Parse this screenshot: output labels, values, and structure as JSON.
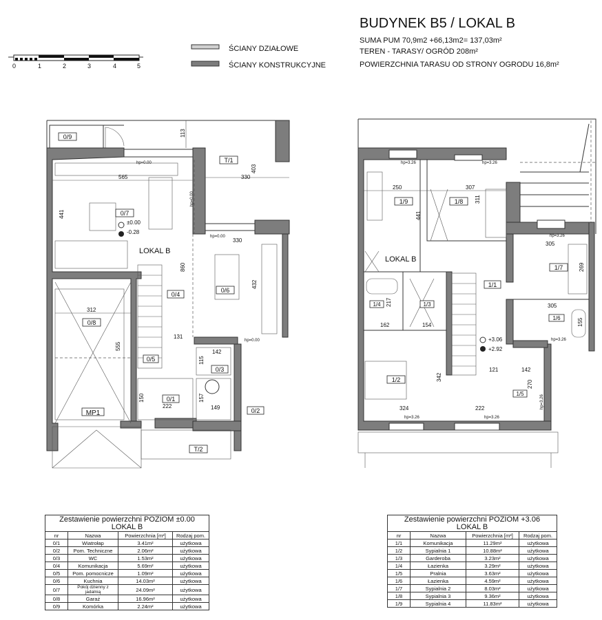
{
  "header": {
    "title": "BUDYNEK B5 / LOKAL B",
    "line1": "SUMA PUM 70,9m2 +66,13m2= 137,03m²",
    "line2": "TEREN - TARASY/ OGRÓD 208m²",
    "line3": "POWIERZCHNIA TARASU OD STRONY OGRODU 16,8m²"
  },
  "legend": {
    "partition_walls": "ŚCIANY DZIAŁOWE",
    "structural_walls": "ŚCIANY KONSTRUKCYJNE"
  },
  "scale_bar": {
    "ticks": [
      "0",
      "1",
      "2",
      "3",
      "4",
      "5"
    ]
  },
  "colors": {
    "structural_wall": "#7d7d7d",
    "partition_wall": "#d0d0d0"
  },
  "ground_floor": {
    "unit_label": "LOKAL B",
    "rooms": [
      "0/9",
      "T/1",
      "0/7",
      "0/6",
      "0/4",
      "0/8",
      "0/5",
      "0/3",
      "0/1",
      "0/2",
      "MP1",
      "T/2"
    ],
    "levels": [
      "±0.00",
      "-0.28"
    ],
    "hp": [
      "hp=0.00",
      "hp=0.00",
      "hp=0.00",
      "hp=0.00"
    ],
    "dims": [
      "565",
      "330",
      "441",
      "403",
      "113",
      "330",
      "860",
      "432",
      "312",
      "555",
      "131",
      "142",
      "115",
      "157",
      "222",
      "149",
      "150"
    ]
  },
  "upper_floor": {
    "unit_label": "LOKAL B",
    "rooms": [
      "1/9",
      "1/8",
      "1/7",
      "1/1",
      "1/4",
      "1/3",
      "1/6",
      "1/2",
      "1/5"
    ],
    "levels": [
      "+3.06",
      "+2.92"
    ],
    "hp": [
      "hp=3.26",
      "hp=3.26",
      "hp=3.26",
      "hp=3.26",
      "hp=3.26",
      "hp=3.26",
      "hp=3.26"
    ],
    "dims": [
      "250",
      "307",
      "441",
      "311",
      "305",
      "269",
      "217",
      "162",
      "154",
      "305",
      "155",
      "342",
      "121",
      "142",
      "270",
      "324",
      "222"
    ]
  },
  "table_ground": {
    "title": "Zestawienie powierzchni  POZIOM ±0.00",
    "subtitle": "LOKAL B",
    "columns": [
      "nr",
      "Nazwa",
      "Powierzchnia [m²]",
      "Rodzaj pom."
    ],
    "rows": [
      [
        "0/1",
        "Wiatrołap",
        "3.41m²",
        "użytkowa"
      ],
      [
        "0/2",
        "Pom. Techniczne",
        "2.06m²",
        "użytkowa"
      ],
      [
        "0/3",
        "WC",
        "1.53m²",
        "użytkowa"
      ],
      [
        "0/4",
        "Komunikacja",
        "5.69m²",
        "użytkowa"
      ],
      [
        "0/5",
        "Pom. pomocnicze",
        "1.09m²",
        "użytkowa"
      ],
      [
        "0/6",
        "Kuchnia",
        "14.03m²",
        "użytkowa"
      ],
      [
        "0/7",
        "Pokój dzienny z jadalnią",
        "24.09m²",
        "użytkowa"
      ],
      [
        "0/8",
        "Garaż",
        "16.96m²",
        "użytkowa"
      ],
      [
        "0/9",
        "Komórka",
        "2.24m²",
        "użytkowa"
      ]
    ]
  },
  "table_upper": {
    "title": "Zestawienie powierzchni  POZIOM +3.06",
    "subtitle": "LOKAL B",
    "columns": [
      "nr",
      "Nazwa",
      "Powierzchnia [m²]",
      "Rodzaj pom."
    ],
    "rows": [
      [
        "1/1",
        "Komunikacja",
        "11.29m²",
        "użytkowa"
      ],
      [
        "1/2",
        "Sypialnia 1",
        "10.88m²",
        "użytkowa"
      ],
      [
        "1/3",
        "Garderoba",
        "3.23m²",
        "użytkowa"
      ],
      [
        "1/4",
        "Łazienka",
        "3.29m²",
        "użytkowa"
      ],
      [
        "1/5",
        "Pralnia",
        "3.63m²",
        "użytkowa"
      ],
      [
        "1/6",
        "Łazienka",
        "4.59m²",
        "użytkowa"
      ],
      [
        "1/7",
        "Sypialnia 2",
        "8.03m²",
        "użytkowa"
      ],
      [
        "1/8",
        "Sypialnia 3",
        "9.36m²",
        "użytkowa"
      ],
      [
        "1/9",
        "Sypialnia 4",
        "11.83m²",
        "użytkowa"
      ]
    ]
  }
}
